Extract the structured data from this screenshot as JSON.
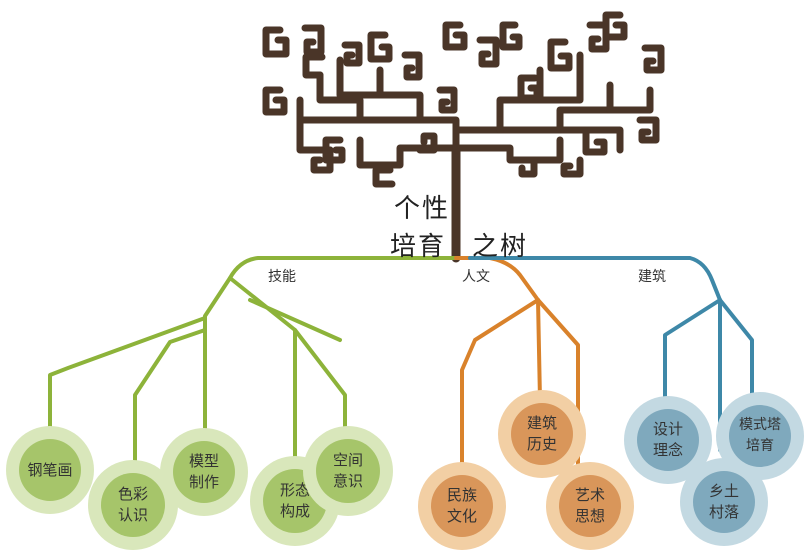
{
  "title": {
    "line1": "个性",
    "line2": "培育",
    "line3": "之树"
  },
  "branches": {
    "skills": {
      "label": "技能",
      "color": "#8db33a"
    },
    "humanities": {
      "label": "人文",
      "color": "#d9822b"
    },
    "architecture": {
      "label": "建筑",
      "color": "#3e88a8"
    }
  },
  "nodes": {
    "n1": "钢笔画",
    "n2": "色彩\n认识",
    "n3": "模型\n制作",
    "n4": "形态\n构成",
    "n5": "空间\n意识",
    "n6": "民族\n文化",
    "n7": "建筑\n历史",
    "n8": "艺术\n思想",
    "n9": "设计\n理念",
    "n10": "乡土\n村落",
    "n11": "模式塔\n培育"
  },
  "colors": {
    "trunk": "#4a3528",
    "swirl": "#4a3528"
  }
}
